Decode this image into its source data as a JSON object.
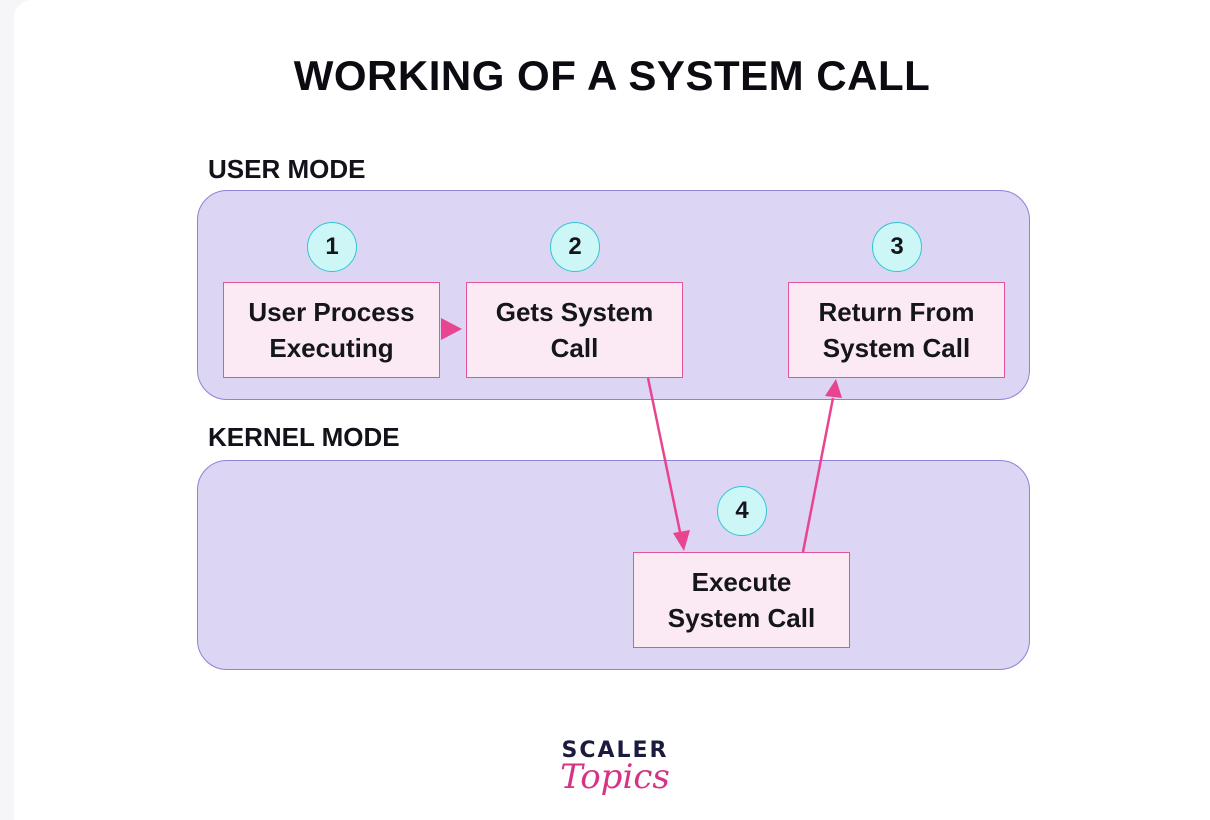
{
  "title": "WORKING OF A SYSTEM CALL",
  "user_mode": {
    "label": "USER MODE",
    "steps": [
      {
        "number": "1",
        "line1": "User Process",
        "line2": "Executing"
      },
      {
        "number": "2",
        "line1": "Gets System",
        "line2": "Call"
      },
      {
        "number": "3",
        "line1": "Return From",
        "line2": "System Call"
      }
    ]
  },
  "kernel_mode": {
    "label": "KERNEL MODE",
    "steps": [
      {
        "number": "4",
        "line1": "Execute",
        "line2": "System Call"
      }
    ]
  },
  "logo": {
    "top": "SCALER",
    "bottom": "Topics"
  },
  "colors": {
    "panel_fill": "#dcd5f3",
    "panel_border": "#8f82d4",
    "box_fill": "#fbeaf3",
    "box_border": "#e3559a",
    "arrow": "#e8448f",
    "number_fill": "#cdf7f7",
    "number_border": "#2fc7d1"
  }
}
